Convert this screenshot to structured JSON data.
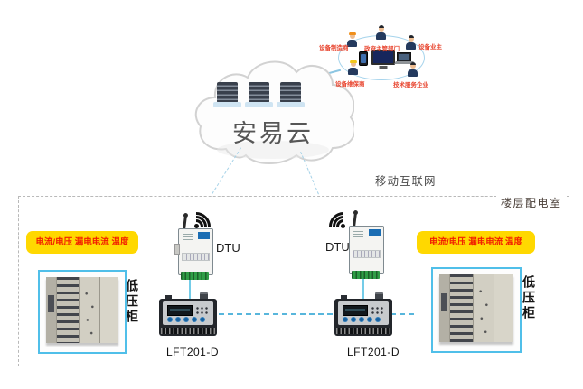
{
  "stakeholders": {
    "items": [
      {
        "label": "设备制造商"
      },
      {
        "label": "政府主管部门"
      },
      {
        "label": "设备业主"
      },
      {
        "label": "设备维保商"
      },
      {
        "label": "技术服务企业"
      }
    ]
  },
  "cloud": {
    "title": "安易云"
  },
  "internet": {
    "label": "移动互联网"
  },
  "room": {
    "label": "楼层配电室"
  },
  "branches": {
    "left": {
      "sensors": "电流/电压 漏电电流 温度",
      "dtu": "DTU",
      "meter": "LFT201-D",
      "cabinet": "低压柜"
    },
    "right": {
      "sensors": "电流/电压 漏电电流 温度",
      "dtu": "DTU",
      "meter": "LFT201-D",
      "cabinet": "低压柜"
    }
  },
  "colors": {
    "cabinet_border_blue": "#50bfe9",
    "sensor_tag_yellow": "#ffd800",
    "sensor_text_red": "#f22000",
    "link_dashed_blue": "#58b6dc",
    "stakeholder_label_red": "#e8452f"
  }
}
